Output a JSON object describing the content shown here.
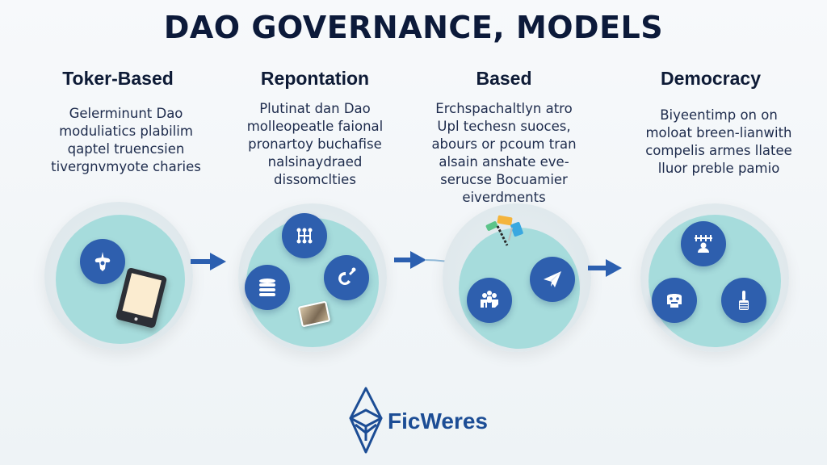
{
  "title": "DAO GOVERNANCE, MODELS",
  "columns": [
    {
      "heading": "Toker-Based",
      "description": [
        "Gelerminunt Dao",
        "moduliatics plabilim",
        "qaptel truencsien",
        "tivergnvmyote charies"
      ],
      "icons": [
        "governance-temple-icon",
        "tablet-icon"
      ]
    },
    {
      "heading": "Repontation",
      "description": [
        "Plutinat dan Dao",
        "molleopeatle faional",
        "pronartoy buchafise",
        "nalsinaydraed",
        "dissomclties"
      ],
      "icons": [
        "network-nodes-icon",
        "database-stack-icon",
        "key-icon",
        "photo-card-icon"
      ]
    },
    {
      "heading": "Based",
      "description": [
        "Erchspachaltlyn atro",
        "Upl techesn suoces,",
        "abours or pcoum tran",
        "alsain anshate eve-",
        "serucse Bocuamier",
        "eiverdments"
      ],
      "icons": [
        "colorful-tool-icon",
        "people-group-icon",
        "paper-plane-icon"
      ]
    },
    {
      "heading": "Democracy",
      "description": [
        "Biyeentimp on on",
        "moloat breen-lianwith",
        "compelis armes llatee",
        "lluor preble pamio"
      ],
      "icons": [
        "people-vote-icon",
        "community-icon",
        "raised-hand-icon"
      ]
    }
  ],
  "arrows": [
    "arrow-right",
    "arrow-right",
    "arrow-right"
  ],
  "logo": {
    "name": "FicWeres",
    "icon": "ethereum-diamond-icon"
  },
  "colors": {
    "title": "#0c1a3a",
    "badge": "#2e5fae",
    "arrow": "#2b5fb0",
    "circle_inner": "#a6dcdc",
    "logo": "#1c4d95"
  }
}
